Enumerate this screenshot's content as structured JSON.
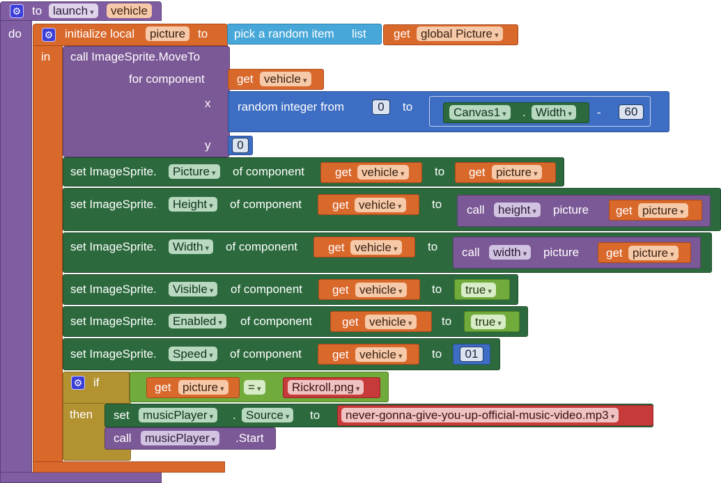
{
  "procedure": {
    "to": "to",
    "name": "launch",
    "param": "vehicle",
    "do": "do"
  },
  "local": {
    "init": "initialize local",
    "var": "picture",
    "to": "to",
    "in": "in"
  },
  "pick": {
    "label": "pick a random item",
    "list": "list"
  },
  "global_get": {
    "get": "get",
    "var": "global Picture"
  },
  "moveto": {
    "label": "call ImageSprite.MoveTo",
    "for_component": "for component",
    "x": "x",
    "y": "y"
  },
  "get_vehicle": {
    "get": "get",
    "var": "vehicle"
  },
  "random_int": {
    "label": "random integer from",
    "from": "0",
    "to": "to"
  },
  "canvas": {
    "component": "Canvas1",
    "dot": ".",
    "prop": "Width",
    "minus": "-",
    "sub": "60"
  },
  "y_value": "0",
  "setters": [
    {
      "set": "set ImageSprite.",
      "prop": "Picture",
      "of": "of component",
      "to": "to"
    },
    {
      "set": "set ImageSprite.",
      "prop": "Height",
      "of": "of component",
      "to": "to"
    },
    {
      "set": "set ImageSprite.",
      "prop": "Width",
      "of": "of component",
      "to": "to"
    },
    {
      "set": "set ImageSprite.",
      "prop": "Visible",
      "of": "of component",
      "to": "to"
    },
    {
      "set": "set ImageSprite.",
      "prop": "Enabled",
      "of": "of component",
      "to": "to"
    },
    {
      "set": "set ImageSprite.",
      "prop": "Speed",
      "of": "of component",
      "to": "to"
    }
  ],
  "get_picture": {
    "get": "get",
    "var": "picture"
  },
  "call_height": {
    "call": "call",
    "fn": "height",
    "arg": "picture"
  },
  "call_width": {
    "call": "call",
    "fn": "width",
    "arg": "picture"
  },
  "true_value": "true",
  "speed_value": "01",
  "if_block": {
    "if": "if",
    "then": "then",
    "eq": "=",
    "text": "Rickroll.png"
  },
  "music_set": {
    "set": "set",
    "component": "musicPlayer",
    "dot": ".",
    "prop": "Source",
    "to": "to",
    "value": "never-gonna-give-you-up-official-music-video.mp3"
  },
  "music_call": {
    "call": "call",
    "component": "musicPlayer",
    "method": ".Start"
  },
  "colors": {
    "procedure": "#7f5da0",
    "local": "#d9682b",
    "component": "#2c6a3d",
    "list": "#47a7d8",
    "math": "#3d6ec3",
    "logic": "#71ab3b",
    "control": "#b39231",
    "text": "#c73a3a"
  },
  "icons": {
    "mutator": "gear-icon",
    "dropdown": "chevron-down-icon"
  }
}
